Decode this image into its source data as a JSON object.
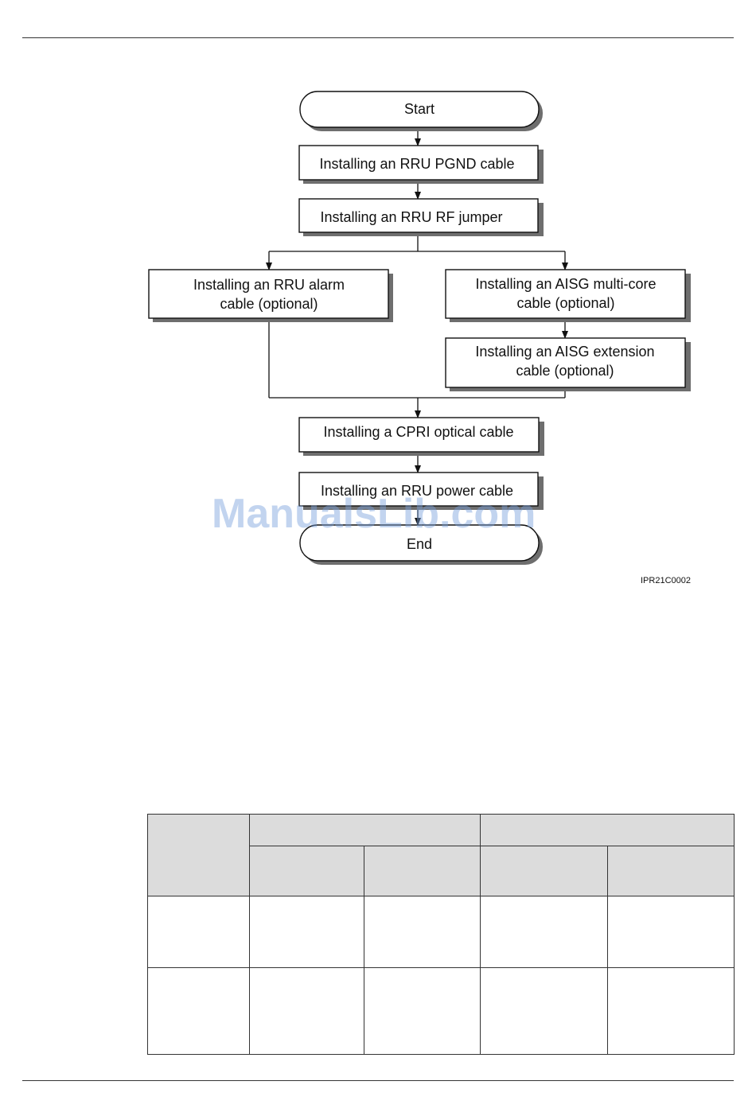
{
  "diagram": {
    "nodes": {
      "start": "Start",
      "pgnd": "Installing an RRU PGND cable",
      "rf": "Installing an RRU RF jumper",
      "alarm": [
        "Installing an RRU alarm",
        "cable (optional)"
      ],
      "aisg_multi": [
        "Installing an AISG multi-core",
        "cable (optional)"
      ],
      "aisg_ext": [
        "Installing an AISG extension",
        "cable (optional)"
      ],
      "cpri": "Installing a CPRI optical cable",
      "power": "Installing an RRU power cable",
      "end": "End"
    },
    "figure_id": "IPR21C0002"
  },
  "watermark": "ManualsLib.com",
  "table": {
    "header_row_1": [
      "",
      "",
      ""
    ],
    "header_row_2": [
      "",
      "",
      "",
      ""
    ],
    "rows": [
      [
        "",
        "",
        "",
        "",
        ""
      ],
      [
        "",
        "",
        "",
        "",
        ""
      ]
    ]
  }
}
